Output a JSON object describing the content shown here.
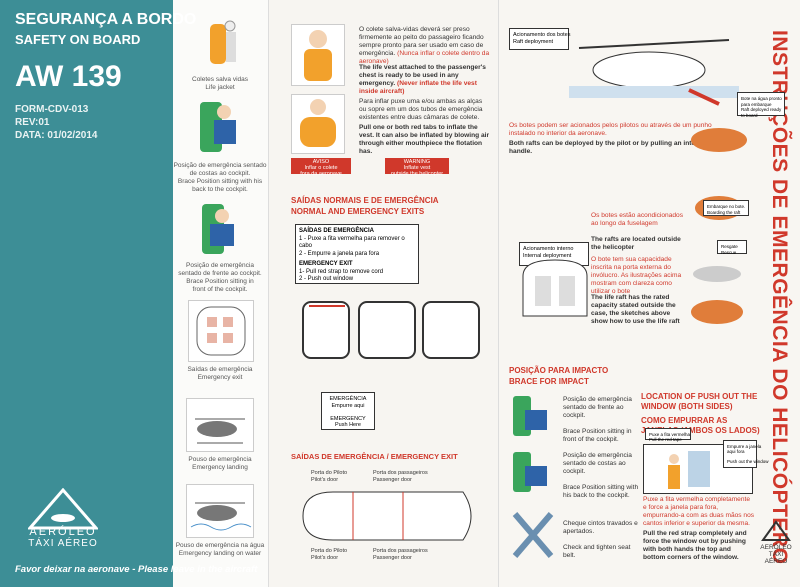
{
  "cover": {
    "title_pt": "SEGURANÇA A BORDO",
    "title_en": "SAFETY ON BOARD",
    "model": "AW 139",
    "form": "FORM-CDV-013",
    "rev": "REV:01",
    "data": "DATA: 01/02/2014",
    "logo_line1": "AERÓLEO",
    "logo_line2": "TÁXI AÉREO",
    "footer": "Favor deixar na aeronave - Please leave in the aircraft"
  },
  "left_captions": [
    "Coletes salva vidas\nLife jacket",
    "Posição de emergência sentado\nde costas ao cockpit.\nBrace Position sitting with his\nback to the cockpit.",
    "Posição de emergência\nsentado de frente ao cockpit.\nBrace Position sitting in\nfront of the cockpit.",
    "Saídas de emergência\nEmergency exit",
    "Pouso de emergência\nEmergency landing",
    "Pouso de emergência na água\nEmergency landing on water"
  ],
  "middle": {
    "vest_text_pt": "O colete salva-vidas deverá ser preso firmemente ao peito do passageiro ficando sempre pronto para ser usado em caso de emergência.",
    "vest_text_pt_red": "(Nunca inflar o colete dentro da aeronave)",
    "vest_text_en": "The life vest attached to the passenger's chest is ready to be used in any emergency.",
    "vest_text_en_red": "(Never inflate the life vest inside aircraft)",
    "inflate_pt": "Para inflar puxe uma e/ou ambas as alças ou sopre em um dos tubos de emergência existentes entre duas câmaras de colete.",
    "inflate_en": "Pull one or both red tabs to inflate the vest. It can also be inflated by blowing air through either mouthpiece the flotation has.",
    "aviso_label": "AVISO",
    "aviso_text": "Inflar o colete\nfora da aeronave",
    "warning_label": "WARNING",
    "warning_text": "Inflate vest\noutside the helicopter",
    "exits_title_pt": "SAÍDAS NORMAIS E DE EMERGÊNCIA",
    "exits_title_en": "NORMAL AND EMERGENCY EXITS",
    "exits_box_title": "SAÍDAS DE EMERGÊNCIA",
    "exits_box_pt1": "1 - Puxe a fita vermelha para remover o cabo",
    "exits_box_pt2": "2 - Empurre a janela para fora",
    "exits_box_en_title": "EMERGENCY EXIT",
    "exits_box_en1": "1- Pull red strap to remove cord",
    "exits_box_en2": "2 - Push out window",
    "push_label": "EMERGÊNCIA\nEmpurre aqui\n\nEMERGENCY\nPush Here",
    "doors_title": "SAÍDAS DE EMERGÊNCIA / EMERGENCY EXIT",
    "pilot_door": "Porta do Piloto\nPilot's door",
    "pax_door": "Porta dos passageiros\nPassenger door"
  },
  "right": {
    "vertical_title": "INSTRUÇÕES DE EMERGÊNCIA DO HELICÓPTERO",
    "boat_deploy": "Acionamento dos botes\nRaft deployment",
    "boat_water": "Bote na água pronto\npara embarque\nRaft deployed ready\nto board",
    "boats_pt": "Os botes podem ser acionados pelos pilotos ou através de um punho instalado no interior da aeronave.",
    "boats_en": "Both rafts can be deployed by the pilot or by pulling an internal T-handle.",
    "internal": "Acionamento interno\nInternal deployment",
    "stowed_pt": "Os botes estão acondicionados ao longo da fuselagem",
    "location_en": "The rafts are located outside the helicopter",
    "capacity_pt": "O bote tem sua capacidade inscrita na porta externa do invólucro. As ilustrações acima mostram com clareza como utilizar o bote",
    "capacity_en": "The life raft has the rated capacity stated outside the case, the sketches above show how to use the life raft",
    "embark": "Embarque no bote.\nBoarding the raft",
    "rescue": "Resgate\nRescue",
    "brace_title_pt": "POSIÇÃO PARA IMPACTO",
    "brace_title_en": "BRACE FOR IMPACT",
    "brace1": "Posição de emergência sentado de frente ao cockpit.\n\nBrace Position sitting in front of the cockpit.",
    "brace2": "Posição de emergência sentado de costas ao cockpit.\n\nBrace Position sitting with his back to the cockpit.",
    "belt": "Cheque cintos travados e apertados.\n\nCheck and tighten seat belt.",
    "push_title_en": "LOCATION OF PUSH OUT THE WINDOW (BOTH SIDES)",
    "push_title_pt": "COMO EMPURRAR AS JANELAS (AMBOS OS LADOS)",
    "pull_label": "Puxe a fita vermelha\nPull the red tape",
    "push_label2": "Empurre a janela\naqui fora\n\nPush out the window",
    "push_pt": "Puxe a fita vermelha completamente e force a janela para fora, empurrando-a com as duas mãos nos cantos inferior e superior da mesma.",
    "push_en": "Pull the red strap completely and force the window out by pushing with both hands the top and bottom corners of the window.",
    "logo_line1": "AERÓLEO",
    "logo_line2": "TÁXI AÉREO"
  },
  "colors": {
    "teal": "#3d8e96",
    "red": "#d0382b",
    "paper": "#f7f5f1"
  }
}
